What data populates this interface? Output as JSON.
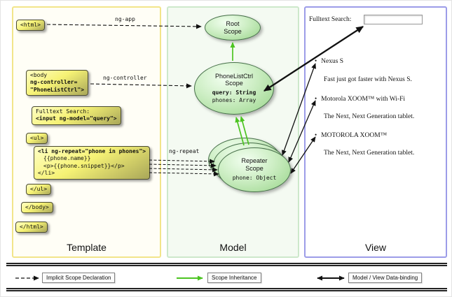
{
  "panels": {
    "template": {
      "label": "Template"
    },
    "model": {
      "label": "Model"
    },
    "view": {
      "label": "View"
    }
  },
  "template_code": {
    "html_open": "<html>",
    "body_lines": [
      "<body",
      "ng-controller=",
      "\"PhoneListCtrl\">"
    ],
    "fulltext_lines": [
      "Fulltext Search:",
      "<input ng-model=\"query\">"
    ],
    "ul_open": "<ul>",
    "li_lines": [
      "<li ng-repeat=\"phone in phones\">",
      "{{phone.name}}",
      "<p>{{phone.snippet}}</p>",
      "</li>"
    ],
    "ul_close": "</ul>",
    "body_close": "</body>",
    "html_close": "</html>"
  },
  "arrow_labels": {
    "ng_app": "ng-app",
    "ng_controller": "ng-controller",
    "ng_repeat": "ng-repeat"
  },
  "model": {
    "root_scope_lines": [
      "Root",
      "Scope"
    ],
    "phonelist_lines": [
      "PhoneListCtrl",
      "Scope"
    ],
    "phonelist_query": "query: String",
    "phonelist_phones": "phones: Array",
    "repeater_lines": [
      "Repeater",
      "Scope"
    ],
    "repeater_phone": "phone: Object"
  },
  "view": {
    "search_label": "Fulltext Search:",
    "search_value": "",
    "items": [
      {
        "title": "Nexus S",
        "desc": "Fast just got faster with Nexus S."
      },
      {
        "title": "Motorola XOOM™ with Wi-Fi",
        "desc": "The Next, Next Generation tablet."
      },
      {
        "title": "MOTOROLA XOOM™",
        "desc": "The Next, Next Generation tablet."
      }
    ]
  },
  "legend": {
    "implicit": "Implicit Scope Declaration",
    "inheritance": "Scope Inheritance",
    "databinding": "Model / View Data-binding"
  },
  "colors": {
    "code_box_yellow": "#f6f275",
    "scope_ellipse_green": "#bfe8b4",
    "inheritance_arrow_green": "#4cc421",
    "template_border": "#f2e58a",
    "model_border": "#cde8cb",
    "view_border": "#9c9ce8"
  }
}
